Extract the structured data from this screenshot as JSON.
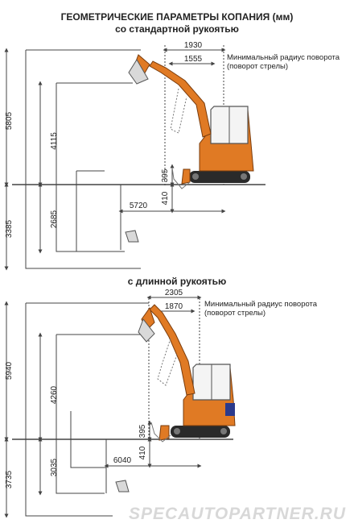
{
  "header": {
    "title": "ГЕОМЕТРИЧЕСКИЕ ПАРАМЕТРЫ КОПАНИЯ (мм)",
    "subtitle": "со стандартной рукоятью"
  },
  "section1": {
    "note_line1": "Минимальный радиус поворота",
    "note_line2": "(поворот стрелы)",
    "dims": {
      "d1930": "1930",
      "d1555": "1555",
      "d5805": "5805",
      "d4115": "4115",
      "d395": "395",
      "d410": "410",
      "d5720": "5720",
      "d2685": "2685",
      "d3385": "3385"
    }
  },
  "section2": {
    "title": "с длинной рукоятью",
    "note_line1": "Минимальный радиус поворота",
    "note_line2": "(поворот стрелы)",
    "dims": {
      "d2305": "2305",
      "d1870": "1870",
      "d5940": "5940",
      "d4260": "4260",
      "d395": "395",
      "d410": "410",
      "d6040": "6040",
      "d3035": "3035",
      "d3735": "3735"
    }
  },
  "watermark": "SPECAUTOPARTNER.RU",
  "colors": {
    "machine": "#e07a24",
    "track": "#2a2a2a",
    "line": "#444444"
  }
}
